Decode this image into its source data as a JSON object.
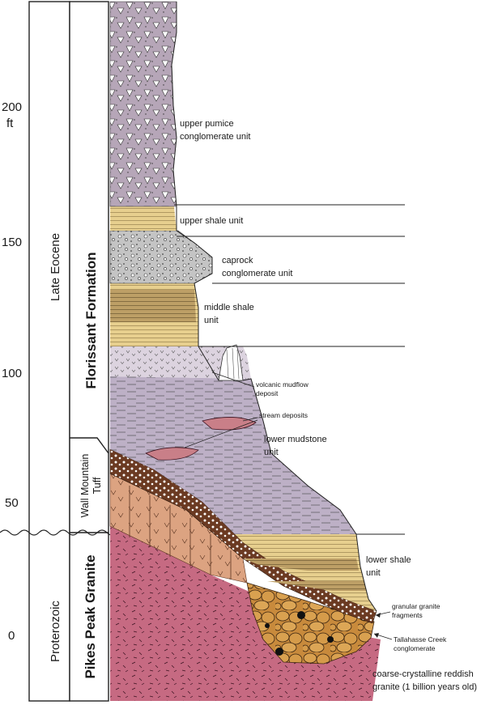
{
  "scale": {
    "ticks": [
      "200",
      "150",
      "100",
      "50",
      "0"
    ],
    "unit": "ft"
  },
  "eras": {
    "late_eocene": "Late Eocene",
    "proterozoic": "Proterozoic"
  },
  "formations": {
    "florissant": "Florissant Formation",
    "wall_mountain_line1": "Wall Mountain",
    "wall_mountain_line2": "Tuff",
    "pikes_peak": "Pikes Peak Granite"
  },
  "units": {
    "upper_pumice": [
      "upper pumice",
      "conglomerate unit"
    ],
    "upper_shale": [
      "upper shale unit"
    ],
    "caprock": [
      "caprock",
      "conglomerate unit"
    ],
    "middle_shale": [
      "middle shale",
      "unit"
    ],
    "volcanic_mudflow": [
      "volcanic mudflow",
      "deposit"
    ],
    "stream_deposits": [
      "stream deposits"
    ],
    "lower_mudstone": [
      "lower mudstone",
      "unit"
    ],
    "lower_shale": [
      "lower shale",
      "unit"
    ],
    "granular_granite": [
      "granular granite",
      "fragments"
    ],
    "tallahasse": [
      "Tallahasse Creek",
      "conglomerate"
    ],
    "coarse_granite": [
      "coarse-crystalline reddish",
      "granite (1 billion years old)"
    ]
  },
  "colors": {
    "pumice": "#b6a6b8",
    "shale": "#e7cf8e",
    "shale_dark": "#b8985c",
    "conglomerate": "#bdbdbd",
    "mudstone": "#bdb0c6",
    "mudflow": "#dcd3df",
    "tuff": "#dca381",
    "granite": "#c66a82",
    "tallahasse": "#d59b4a"
  }
}
